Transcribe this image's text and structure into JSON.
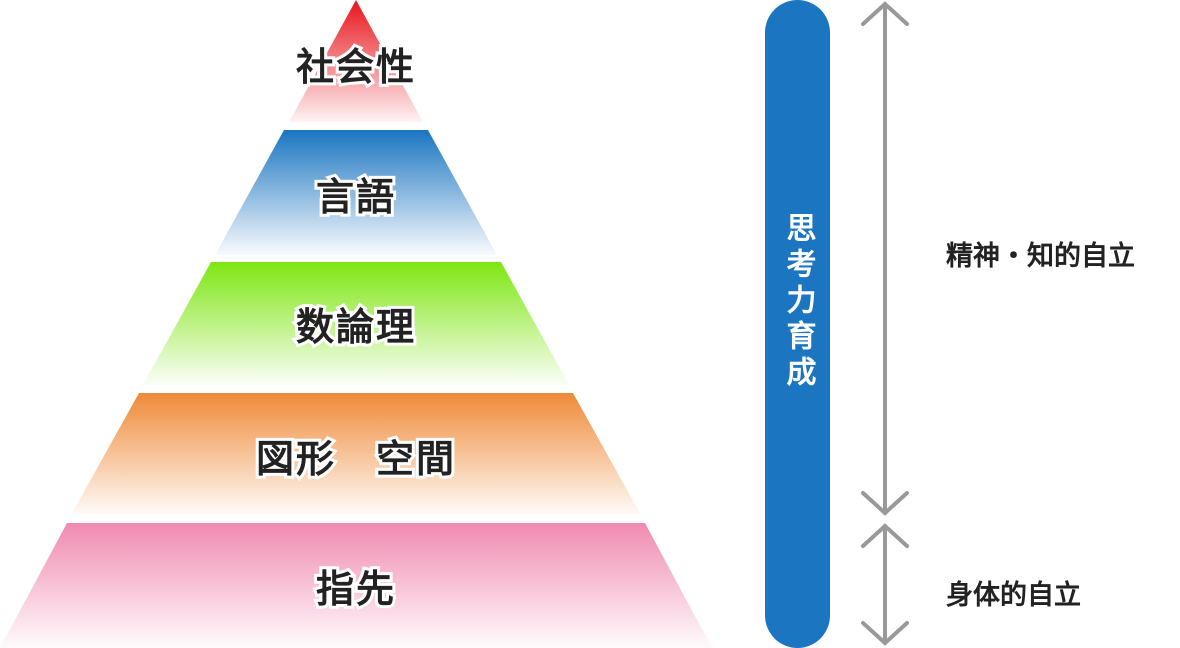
{
  "pyramid": {
    "levels": [
      {
        "label": "社会性",
        "color": "#e8141c"
      },
      {
        "label": "言語",
        "color": "#1b75c1"
      },
      {
        "label": "数論理",
        "color": "#7ee612"
      },
      {
        "label": "図形　空間",
        "color": "#ef8a38"
      },
      {
        "label": "指先",
        "color": "#f08ab0"
      }
    ]
  },
  "bar": {
    "label": "思考力育成",
    "color": "#1b75c1"
  },
  "ranges": {
    "upper": "精神・知的自立",
    "lower": "身体的自立"
  }
}
